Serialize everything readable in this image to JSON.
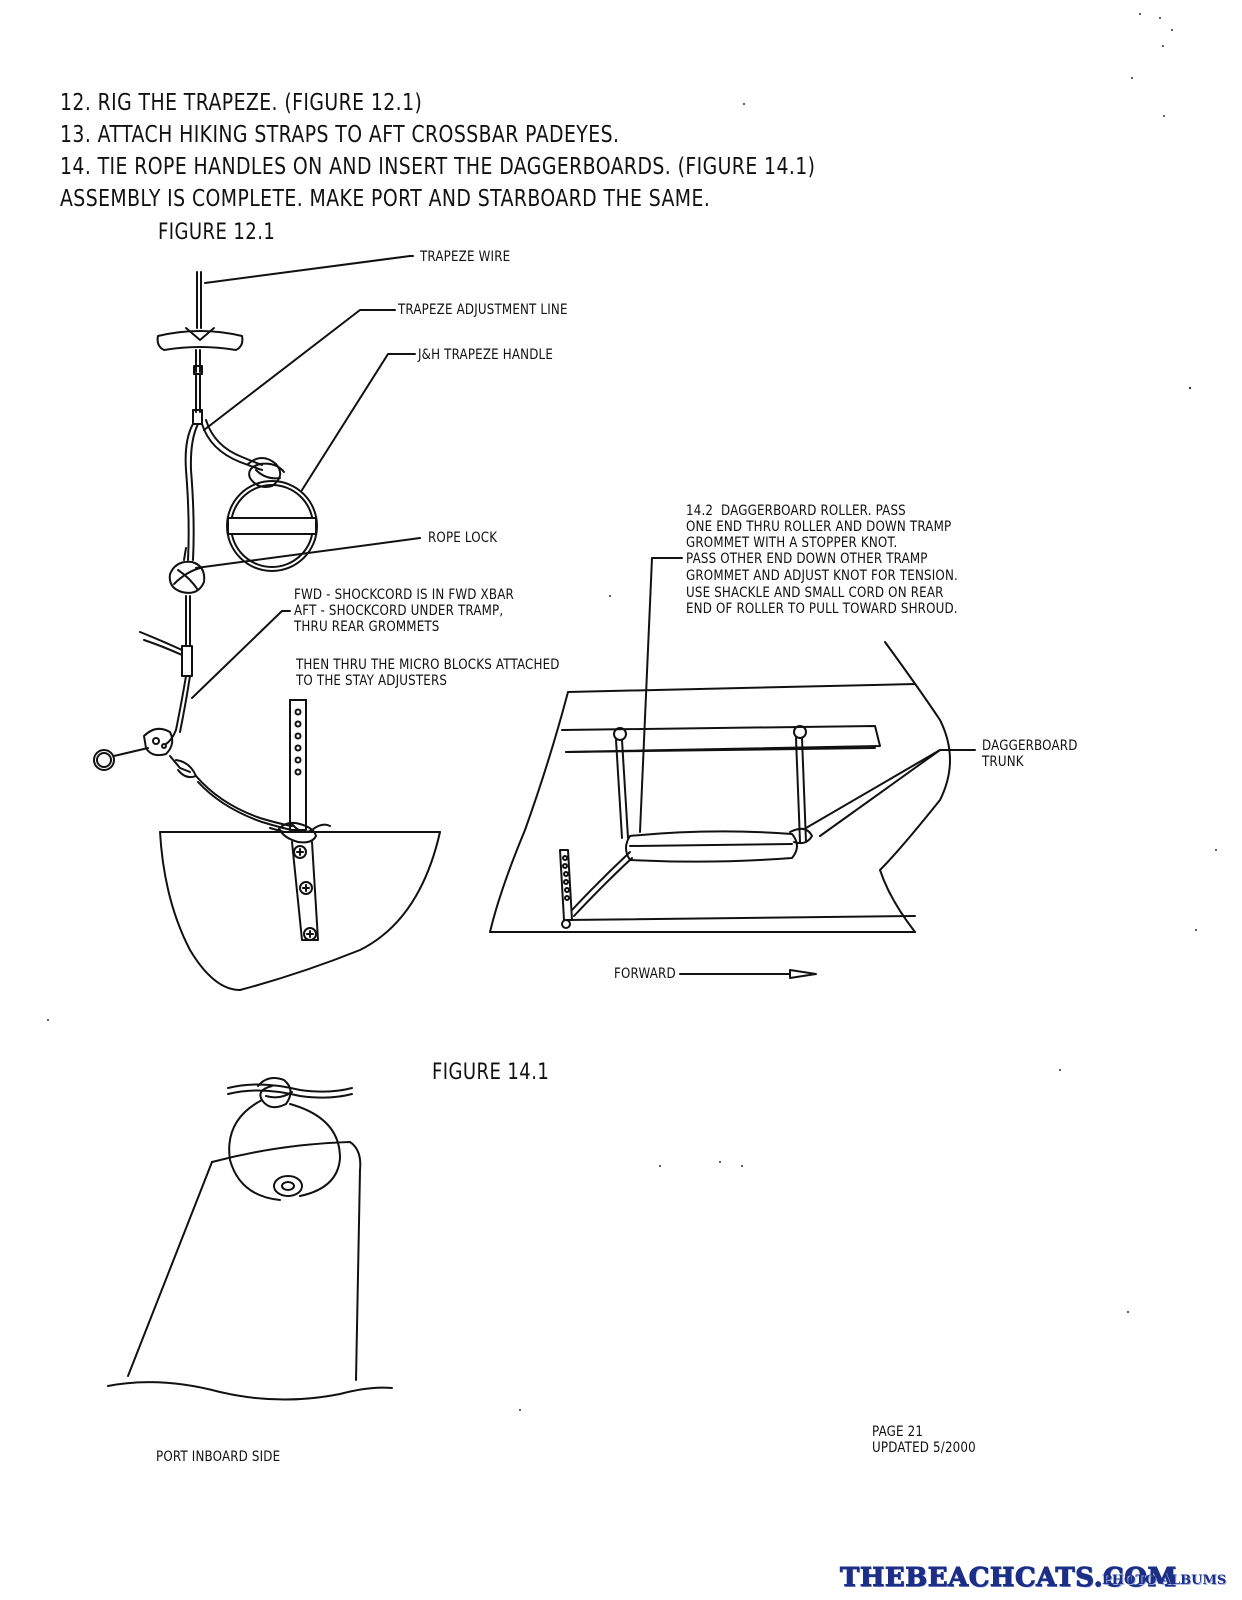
{
  "instructions": [
    "12. RIG THE TRAPEZE. (FIGURE 12.1)",
    "13. ATTACH HIKING STRAPS TO AFT CROSSBAR PADEYES.",
    "14. TIE ROPE HANDLES ON AND INSERT THE DAGGERBOARDS. (FIGURE 14.1)",
    "ASSEMBLY IS COMPLETE. MAKE PORT AND STARBOARD THE SAME."
  ],
  "figure_12_1": {
    "title": "FIGURE 12.1",
    "labels": {
      "trapeze_wire": "TRAPEZE WIRE",
      "adjustment_line": "TRAPEZE ADJUSTMENT LINE",
      "handle": "J&H TRAPEZE HANDLE",
      "rope_lock": "ROPE LOCK",
      "shockcord_fwd": "FWD - SHOCKCORD IS IN FWD XBAR",
      "shockcord_aft": "AFT - SHOCKCORD UNDER TRAMP,",
      "shockcord_grommets": "THRU REAR GROMMETS",
      "micro_blocks_1": "THEN THRU THE MICRO BLOCKS ATTACHED",
      "micro_blocks_2": "TO THE STAY ADJUSTERS"
    }
  },
  "figure_14_2": {
    "lines": [
      "14.2  DAGGERBOARD ROLLER. PASS",
      "ONE END THRU ROLLER AND DOWN TRAMP",
      "GROMMET WITH A STOPPER KNOT.",
      "PASS OTHER END DOWN OTHER TRAMP",
      "GROMMET AND ADJUST KNOT FOR TENSION.",
      "USE SHACKLE AND SMALL CORD ON REAR",
      "END OF ROLLER TO PULL TOWARD SHROUD."
    ],
    "trunk_label_1": "DAGGERBOARD",
    "trunk_label_2": "TRUNK",
    "forward": "FORWARD"
  },
  "figure_14_1": {
    "title": "FIGURE 14.1",
    "caption": "PORT INBOARD SIDE"
  },
  "footer": {
    "page": "PAGE 21",
    "updated": "UPDATED 5/2000"
  },
  "watermark": {
    "brand": "THEBEACHCATS.COM",
    "suffix": "PHOTO ALBUMS"
  }
}
